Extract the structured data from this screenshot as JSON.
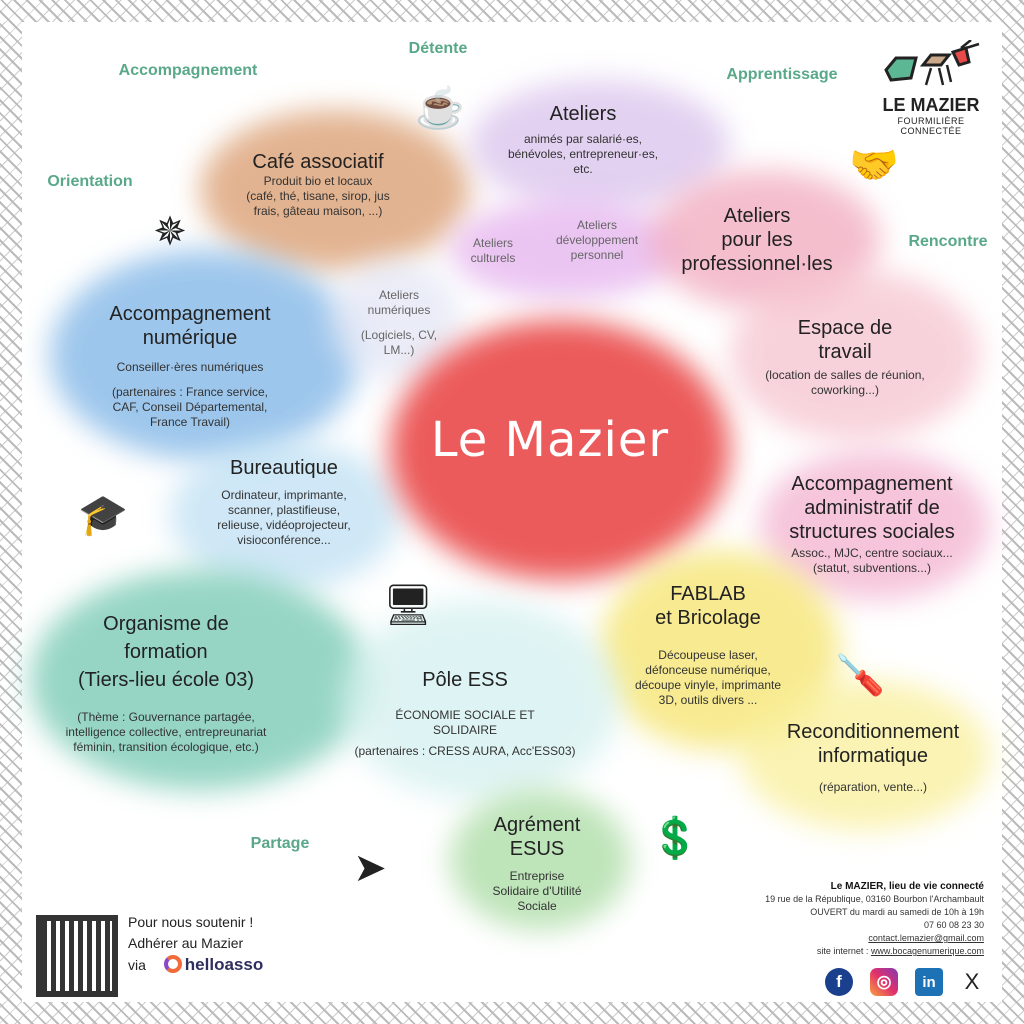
{
  "center_title": "Le Mazier",
  "logo": {
    "name": "LE MAZIER",
    "tagline": "FOURMILIÈRE CONNECTÉE"
  },
  "keywords": [
    "Détente",
    "Accompagnement",
    "Apprentissage",
    "Orientation",
    "Rencontre",
    "Partage"
  ],
  "nodes": {
    "cafe": {
      "title": "Café associatif",
      "sub": [
        "Produit bio et locaux",
        "(café, thé, tisane, sirop, jus",
        "frais, gâteau maison, ...)"
      ]
    },
    "ateliers": {
      "title": "Ateliers",
      "sub": [
        "animés par salarié·es,",
        "bénévoles, entrepreneur·es,",
        "etc."
      ]
    },
    "culturels": {
      "sub": [
        "Ateliers",
        "culturels"
      ]
    },
    "devperso": {
      "sub": [
        "Ateliers",
        "développement",
        "personnel"
      ]
    },
    "pros": {
      "title": [
        "Ateliers",
        "pour les",
        "professionnel·les"
      ]
    },
    "numeriques": {
      "sub": [
        "Ateliers",
        "numériques",
        "",
        "(Logiciels, CV,",
        "LM...)"
      ]
    },
    "accnum": {
      "title": [
        "Accompagnement",
        "numérique"
      ],
      "sub": [
        "Conseiller·ères numériques",
        "",
        "(partenaires : France service,",
        "CAF, Conseil Départemental,",
        "France Travail)"
      ]
    },
    "espace": {
      "title": [
        "Espace de",
        "travail"
      ],
      "sub": [
        "(location de salles de réunion,",
        "coworking...)"
      ]
    },
    "bureautique": {
      "title": "Bureautique",
      "sub": [
        "Ordinateur, imprimante,",
        "scanner, plastifieuse,",
        "relieuse, vidéoprojecteur,",
        "visioconférence..."
      ]
    },
    "accadmin": {
      "title": [
        "Accompagnement",
        "administratif de",
        "structures sociales"
      ],
      "sub": [
        "Assoc., MJC, centre sociaux...",
        "(statut, subventions...)"
      ]
    },
    "fablab": {
      "title": [
        "FABLAB",
        "et Bricolage"
      ],
      "sub": [
        "Découpeuse laser,",
        "défonceuse numérique,",
        "découpe vinyle, imprimante",
        "3D, outils divers ..."
      ]
    },
    "formation": {
      "title": [
        "Organisme de",
        "formation",
        "(Tiers-lieu école 03)"
      ],
      "sub": [
        "(Thème : Gouvernance partagée,",
        "intelligence collective, entrepreunariat",
        "féminin, transition écologique, etc.)"
      ]
    },
    "ess": {
      "title": "Pôle ESS",
      "sub": [
        "ÉCONOMIE SOCIALE ET",
        "SOLIDAIRE",
        "",
        "(partenaires : CRESS AURA, Acc'ESS03)"
      ]
    },
    "recond": {
      "title": [
        "Reconditionnement",
        "informatique"
      ],
      "sub": [
        "(réparation, vente...)"
      ]
    },
    "esus": {
      "title": [
        "Agrément",
        "ESUS"
      ],
      "sub": [
        "Entreprise",
        "Solidaire d'Utilité",
        "Sociale"
      ]
    }
  },
  "support": {
    "lines": [
      "Pour nous soutenir !",
      "Adhérer au Mazier",
      "via"
    ],
    "brand": "helloasso"
  },
  "contact": {
    "name": "Le MAZIER, lieu de vie connecté",
    "address": "19 rue de la République, 03160 Bourbon l'Archambault",
    "hours": "OUVERT du mardi au samedi de 10h à 19h",
    "phone": "07 60 08 23 30",
    "email": "contact.lemazier@gmail.com",
    "site_label": "site internet :",
    "site": "www.bocagenumerique.com"
  },
  "social": [
    "f",
    "in",
    "X"
  ]
}
